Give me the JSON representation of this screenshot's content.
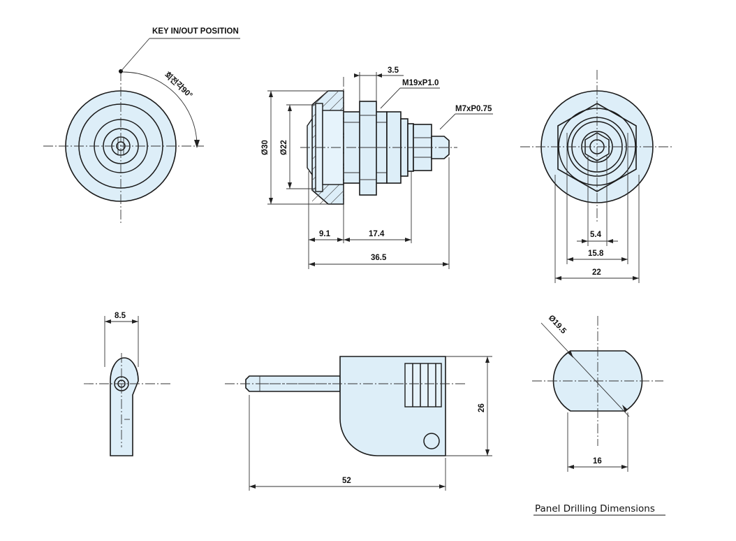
{
  "annotations": {
    "key_position": "KEY IN/OUT POSITION",
    "rotation": "회전각90°",
    "thread_main": "M19xP1.0",
    "thread_small": "M7xP0.75"
  },
  "dimensions": {
    "d_3_5": "3.5",
    "d_30": "Ø30",
    "d_22_dia": "Ø22",
    "d_9_1": "9.1",
    "d_17_4": "17.4",
    "d_36_5": "36.5",
    "d_5_4": "5.4",
    "d_15_8": "15.8",
    "d_22": "22",
    "d_8_5": "8.5",
    "d_26": "26",
    "d_52": "52",
    "d_19_5": "Ø19.5",
    "d_16": "16"
  },
  "caption": "Panel Drilling Dimensions",
  "colors": {
    "part_fill": "#ddeef8",
    "line": "#1a1a1a"
  }
}
